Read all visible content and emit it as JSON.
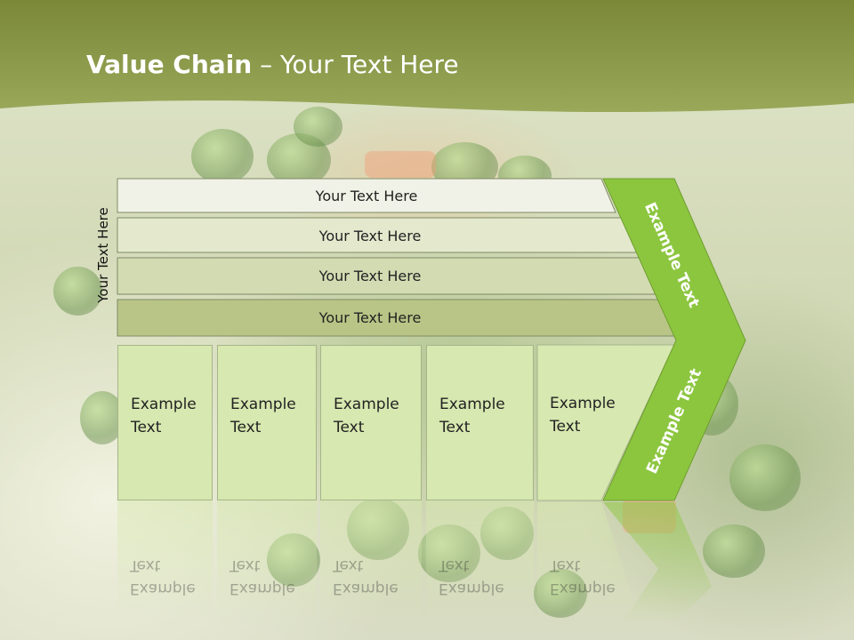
{
  "header": {
    "title_bold": "Value Chain",
    "title_rest": " – Your Text Here"
  },
  "side_label": "Your Text Here",
  "bars": [
    {
      "label": "Your Text Here"
    },
    {
      "label": "Your Text Here"
    },
    {
      "label": "Your Text Here"
    },
    {
      "label": "Your Text Here"
    }
  ],
  "boxes": [
    {
      "label": "Example Text"
    },
    {
      "label": "Example Text"
    },
    {
      "label": "Example Text"
    },
    {
      "label": "Example Text"
    },
    {
      "label": "Example Text"
    }
  ],
  "chevron": {
    "upper_label": "Example Text",
    "lower_label": "Example Text"
  },
  "colors": {
    "header": "#8d9a4a",
    "chevron": "#8cc63f",
    "box_fill": "#d7e8b0"
  }
}
